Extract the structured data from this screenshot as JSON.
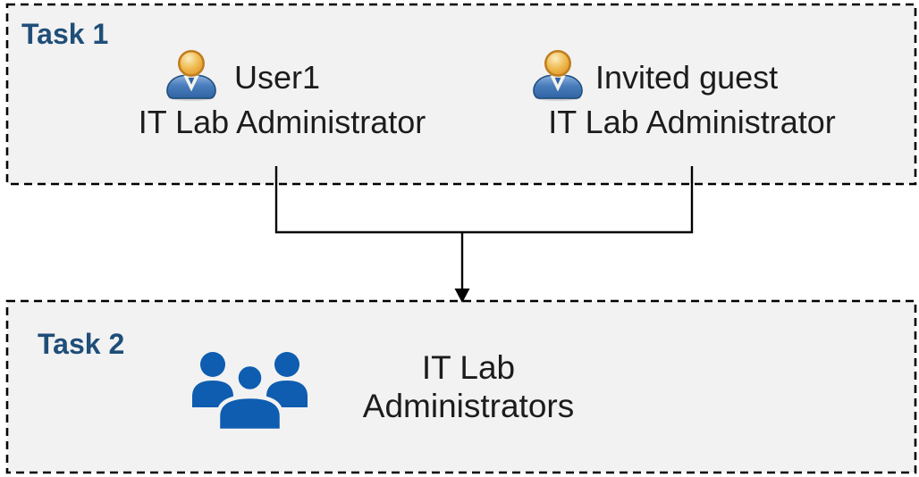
{
  "colors": {
    "page_bg": "#ffffff",
    "box_fill": "#f2f2f2",
    "box_border": "#000000",
    "title_color": "#1f4e79",
    "text_color": "#1c1c1c",
    "connector_color": "#000000",
    "group_icon_color": "#0e5db0"
  },
  "icons": {
    "person": "person-icon",
    "group": "people-group-icon",
    "arrow": "down-arrow-icon"
  },
  "tasks": [
    {
      "label": "Task 1",
      "people": [
        {
          "name": "User1",
          "role": "IT Lab Administrator"
        },
        {
          "name": "Invited guest",
          "role": "IT Lab Administrator"
        }
      ]
    },
    {
      "label": "Task 2",
      "group": {
        "line1": "IT Lab",
        "line2": "Administrators"
      }
    }
  ]
}
